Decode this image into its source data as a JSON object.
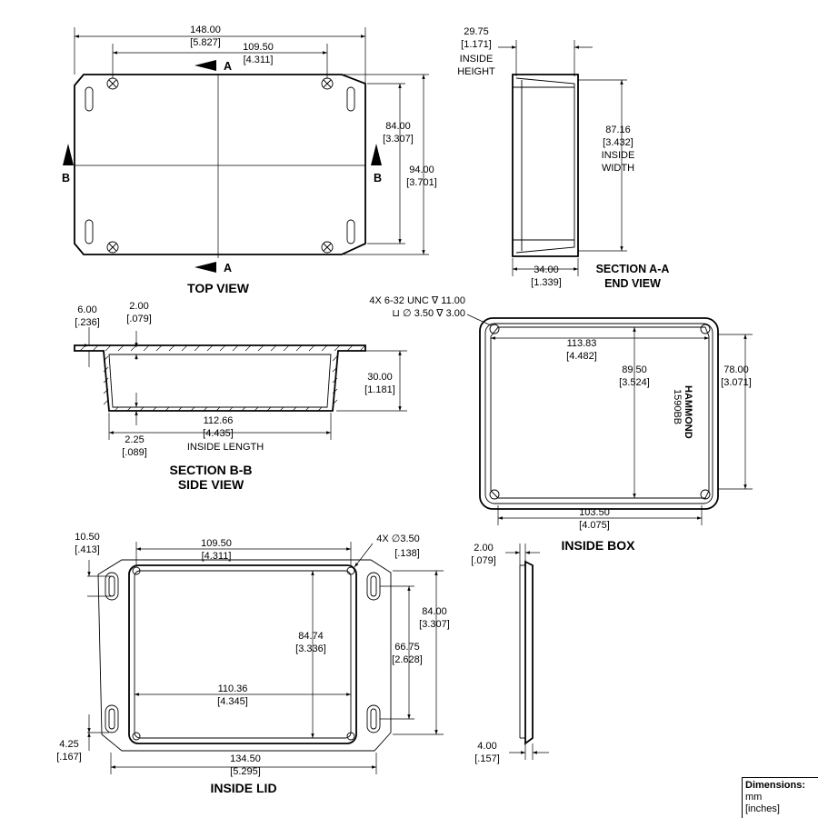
{
  "top_view": {
    "title": "TOP VIEW",
    "width_mm": "148.00",
    "width_in": "[5.827]",
    "hole_span_mm": "109.50",
    "hole_span_in": "[4.311]",
    "inner_h_mm": "84.00",
    "inner_h_in": "[3.307]",
    "outer_h_mm": "94.00",
    "outer_h_in": "[3.701]",
    "label_a": "A",
    "label_b": "B"
  },
  "end_view": {
    "title_line1": "SECTION A-A",
    "title_line2": "END VIEW",
    "height_mm": "29.75",
    "height_in": "[1.171]",
    "height_l1": "INSIDE",
    "height_l2": "HEIGHT",
    "width_mm": "87.16",
    "width_in": "[3.432]",
    "width_l1": "INSIDE",
    "width_l2": "WIDTH",
    "depth_mm": "34.00",
    "depth_in": "[1.339]"
  },
  "side_view": {
    "title_line1": "SECTION B-B",
    "title_line2": "SIDE VIEW",
    "flange_mm": "6.00",
    "flange_in": "[.236]",
    "wall_mm": "2.00",
    "wall_in": "[.079]",
    "height_mm": "30.00",
    "height_in": "[1.181]",
    "floor_mm": "2.25",
    "floor_in": "[.089]",
    "length_mm": "112.66",
    "length_in": "[4.435]",
    "length_label": "INSIDE LENGTH"
  },
  "inside_box": {
    "title": "INSIDE BOX",
    "note_line1": "4X 6-32 UNC ∇ 11.00",
    "note_line2": "⊔ ∅ 3.50 ∇ 3.00",
    "brand_line1": "HAMMOND",
    "brand_line2": "1590BB",
    "inner_w_mm": "113.83",
    "inner_w_in": "[4.482]",
    "inner_h_mm": "89.50",
    "inner_h_in": "[3.524]",
    "outer_h_mm": "78.00",
    "outer_h_in": "[3.071]",
    "bottom_w_mm": "103.50",
    "bottom_w_in": "[4.075]"
  },
  "inside_lid": {
    "title": "INSIDE LID",
    "slot_offset_mm": "10.50",
    "slot_offset_in": "[.413]",
    "hole_span_mm": "109.50",
    "hole_span_in": "[4.311]",
    "hole_note_mm": "4X ∅3.50",
    "hole_note_in": "[.138]",
    "lid_h_mm": "84.00",
    "lid_h_in": "[3.307]",
    "pocket_h_mm": "84.74",
    "pocket_h_in": "[3.336]",
    "slot_span_mm": "66.75",
    "slot_span_in": "[2.628]",
    "pocket_w_mm": "110.36",
    "pocket_w_in": "[4.345]",
    "slot_bottom_mm": "4.25",
    "slot_bottom_in": "[.167]",
    "lid_w_mm": "134.50",
    "lid_w_in": "[5.295]"
  },
  "lid_side": {
    "thick_mm": "2.00",
    "thick_in": "[.079]",
    "lip_mm": "4.00",
    "lip_in": "[.157]"
  },
  "legend": {
    "title": "Dimensions:",
    "line1": "mm",
    "line2": "[inches]"
  }
}
